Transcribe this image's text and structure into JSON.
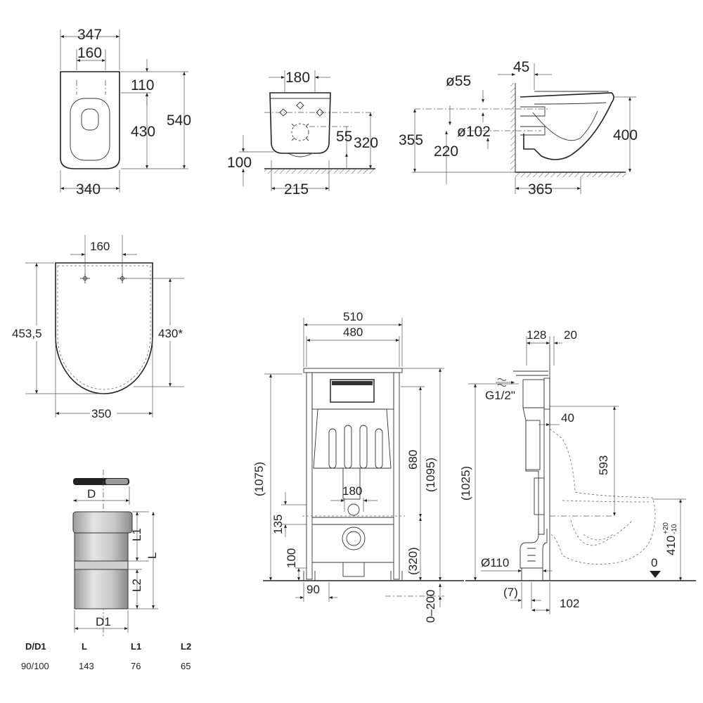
{
  "front_view": {
    "d_347": "347",
    "d_160": "160",
    "d_110": "110",
    "d_430": "430",
    "d_540": "540",
    "d_340": "340"
  },
  "back_view": {
    "d_180": "180",
    "d_55": "55",
    "d_320": "320",
    "d_100": "100",
    "d_215": "215"
  },
  "side_view": {
    "d_45": "45",
    "d_o55": "ø55",
    "d_o102": "ø102",
    "d_355": "355",
    "d_220": "220",
    "d_400": "400",
    "d_365": "365"
  },
  "seat_view": {
    "d_160": "160",
    "d_4535": "453,5",
    "d_430s": "430*",
    "d_350": "350"
  },
  "frame_front": {
    "d_510": "510",
    "d_480": "480",
    "d_1075": "(1075)",
    "d_680": "680",
    "d_1095": "(1095)",
    "d_180": "180",
    "d_135": "135",
    "d_320": "(320)",
    "d_100": "100",
    "d_90": "90",
    "d_0200": "0–200"
  },
  "frame_side": {
    "d_128": "128",
    "d_20": "20",
    "d_g12": "G1/2\"",
    "d_40": "40",
    "d_1025": "(1025)",
    "d_593": "593",
    "d_410": "410",
    "d_tol_plus": "+20",
    "d_tol_minus": "-10",
    "d_0": "0",
    "d_o110": "Ø110",
    "d_7": "(7)",
    "d_102": "102"
  },
  "pipe": {
    "label_D": "D",
    "label_L1": "L1",
    "label_L2": "L2",
    "label_L": "L",
    "label_D1": "D1"
  },
  "table": {
    "headers": [
      "D/D1",
      "L",
      "L1",
      "L2"
    ],
    "row": [
      "90/100",
      "143",
      "76",
      "65"
    ]
  }
}
